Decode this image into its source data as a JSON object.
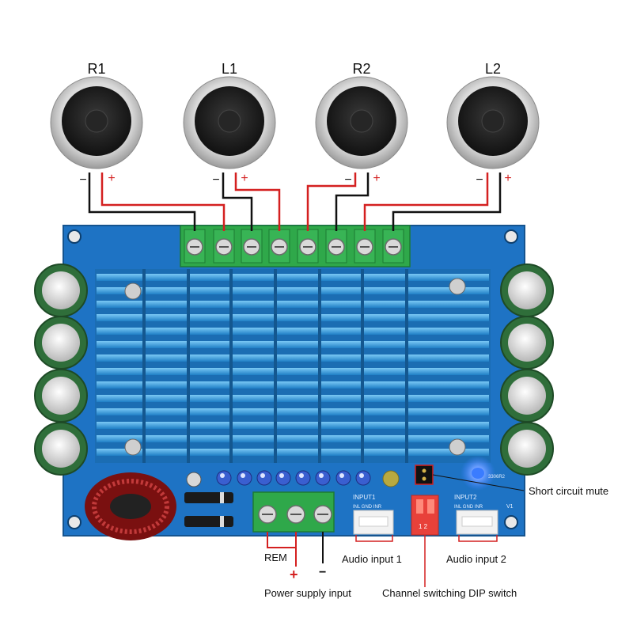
{
  "speakers": [
    {
      "label": "R1",
      "minus": "−",
      "plus": "+"
    },
    {
      "label": "L1",
      "minus": "−",
      "plus": "+"
    },
    {
      "label": "R2",
      "minus": "−",
      "plus": "+"
    },
    {
      "label": "L2",
      "minus": "−",
      "plus": "+"
    }
  ],
  "board": {
    "color": "#1e73c4",
    "heatsink_color": "#2f9be0",
    "terminal_color": "#2fa84a",
    "input1_silk": "INPUT1",
    "input2_silk": "INPUT2",
    "input_pins": "INL GND INR",
    "dip_numbers": "1  2",
    "v1_silk": "V1",
    "chip_silk": "3306R2"
  },
  "callouts": {
    "short_circuit": "Short circuit mute",
    "rem": "REM",
    "plus": "+",
    "minus": "−",
    "power_supply": "Power supply input",
    "audio_input_1": "Audio input 1",
    "audio_input_2": "Audio input 2",
    "dip_switch": "Channel switching DIP switch"
  },
  "colors": {
    "wire_red": "#d42020",
    "wire_black": "#111111",
    "led_blue": "#3a7cff",
    "dip_red": "#e8413a"
  }
}
